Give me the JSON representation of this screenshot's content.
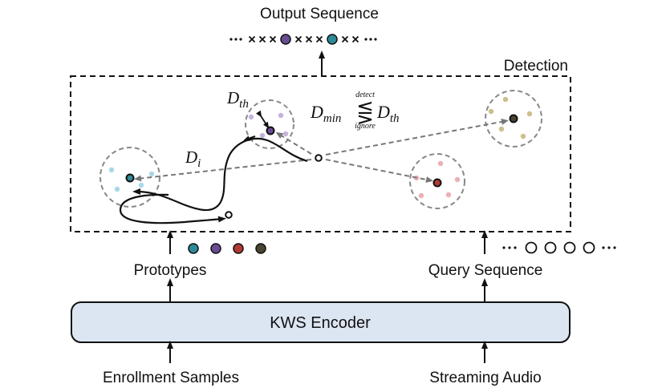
{
  "output_label": "Output Sequence",
  "output_sequence": [
    "dots",
    "x",
    "x",
    "x",
    "purple",
    "x",
    "x",
    "x",
    "teal",
    "x",
    "x",
    "dots"
  ],
  "detection_label": "Detection",
  "dth_label": {
    "base": "D",
    "sub": "th"
  },
  "di_label": {
    "base": "D",
    "sub": "i"
  },
  "rule": {
    "lhs_base": "D",
    "lhs_sub": "min",
    "op": "⋚",
    "above": "detect",
    "below": "ignore",
    "rhs_base": "D",
    "rhs_sub": "th"
  },
  "prototypes_label": "Prototypes",
  "query_label": "Query Sequence",
  "encoder_label": "KWS Encoder",
  "enrollment_label": "Enrollment Samples",
  "streaming_label": "Streaming Audio",
  "colors": {
    "teal": "#2e8a99",
    "purple": "#6a4c93",
    "red": "#b23a33",
    "olive": "#4a4530",
    "encoder_fill": "#dce6f2",
    "light_blue": "#a8d8e8",
    "light_purple": "#c4b3dc",
    "light_pink": "#eab0b4",
    "light_tan": "#cdbf8e"
  }
}
